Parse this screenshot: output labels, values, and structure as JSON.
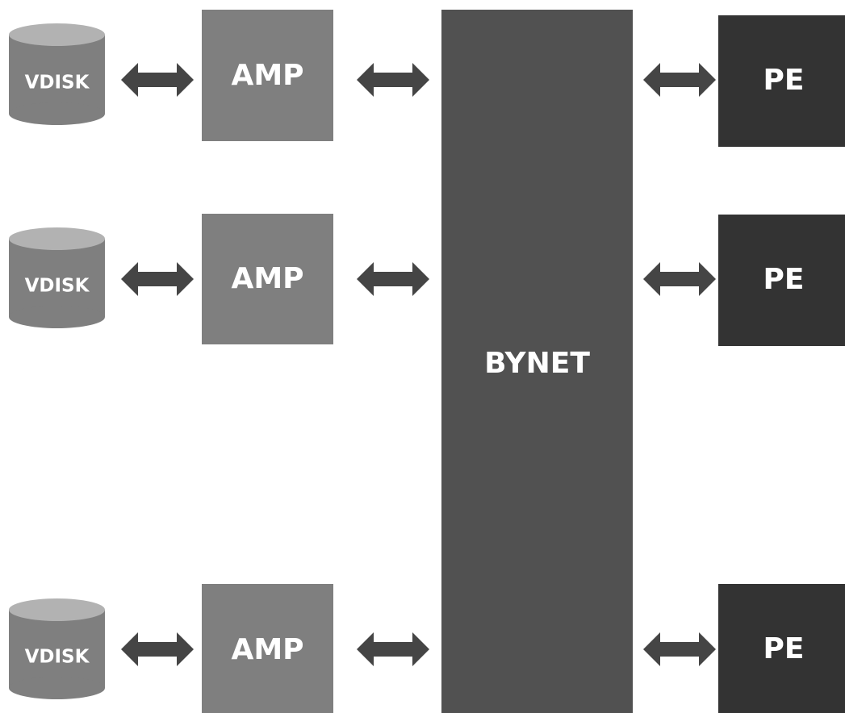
{
  "diagram": {
    "bynet": {
      "label": "BYNET"
    },
    "rows": [
      {
        "vdisk": "VDISK",
        "amp": "AMP",
        "pe": "PE"
      },
      {
        "vdisk": "VDISK",
        "amp": "AMP",
        "pe": "PE"
      },
      {
        "vdisk": "VDISK",
        "amp": "AMP",
        "pe": "PE"
      }
    ]
  },
  "colors": {
    "vdisk_body": "#7f7f7f",
    "vdisk_top": "#b2b2b2",
    "amp": "#7f7f7f",
    "bynet": "#515151",
    "pe": "#333333",
    "arrow": "#454545",
    "text": "#ffffff"
  }
}
